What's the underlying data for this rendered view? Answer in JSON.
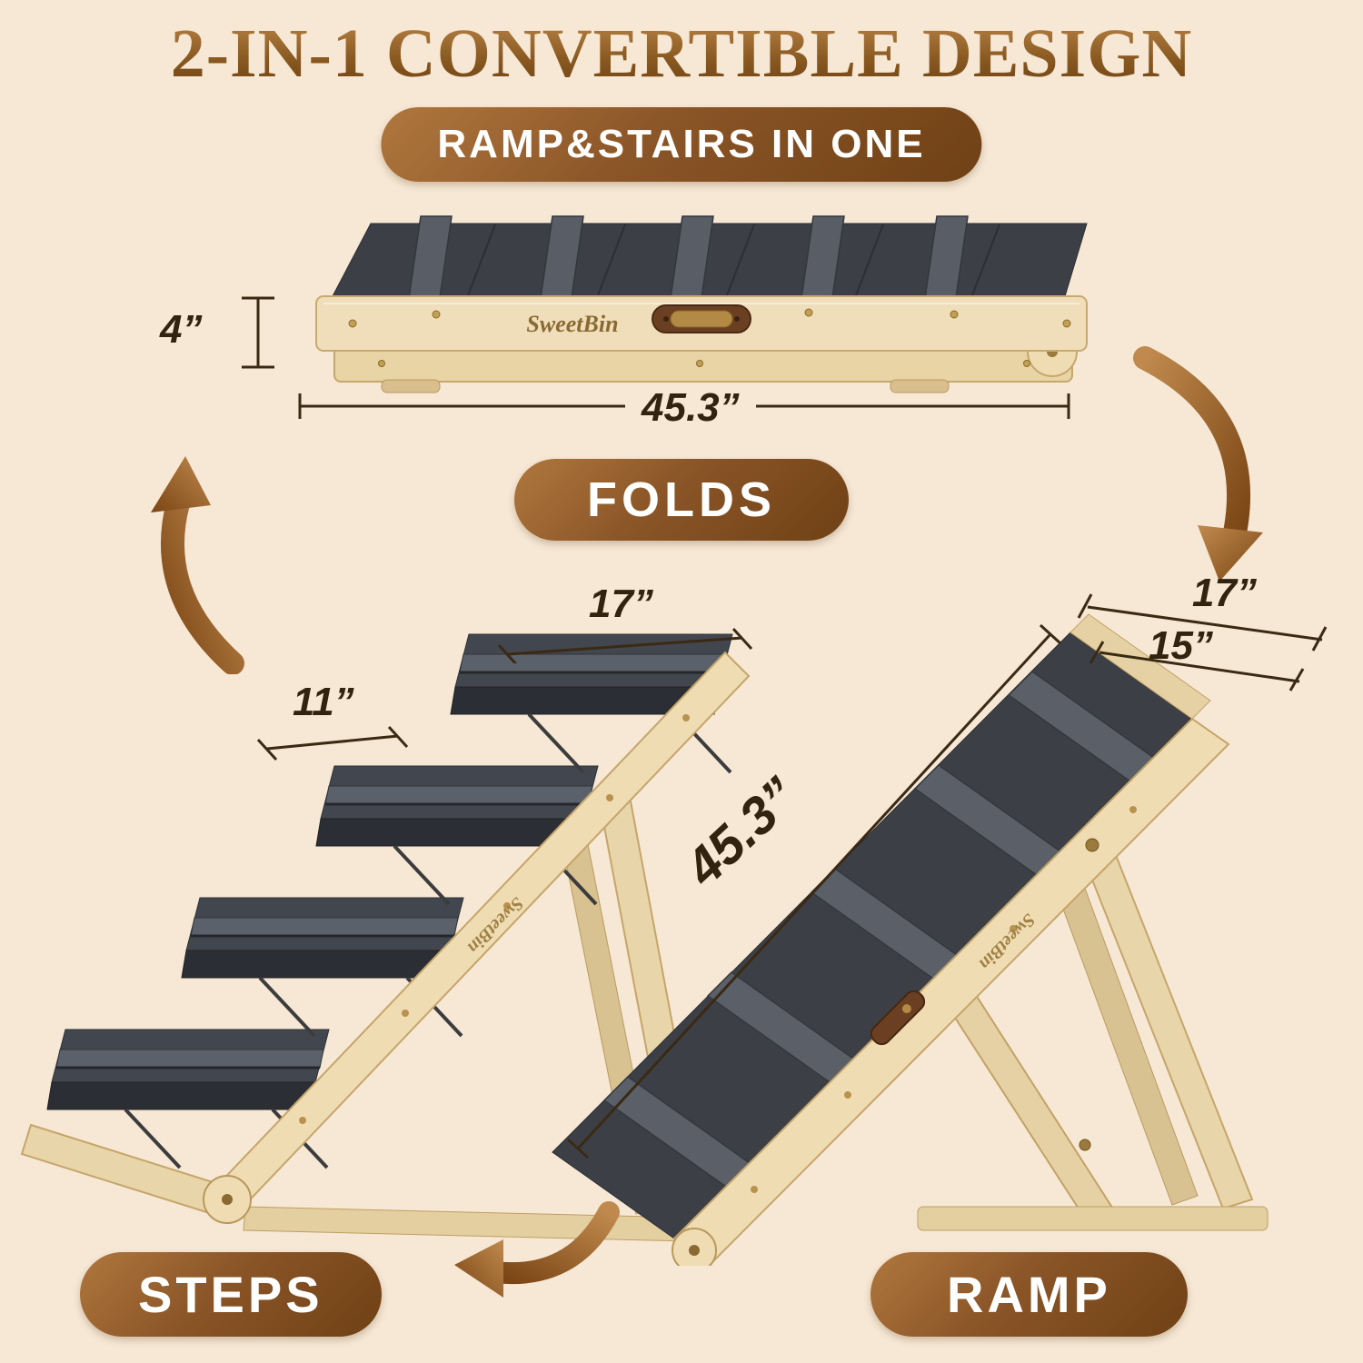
{
  "title": "2-IN-1 CONVERTIBLE DESIGN",
  "badge": "RAMP&STAIRS IN ONE",
  "brand": "SweetBin",
  "pills": {
    "folds": "FOLDS",
    "steps": "STEPS",
    "ramp": "RAMP"
  },
  "dimensions": {
    "folded_height": "4”",
    "folded_length": "45.3”",
    "steps_top_width": "17”",
    "steps_tread_depth": "11”",
    "ramp_outer_width": "17”",
    "ramp_surface_width": "15”",
    "ramp_length": "45.3”"
  },
  "colors": {
    "background": "#f6e8d5",
    "accent_brown": "#8a5527",
    "pill_gradient_start": "#b0773e",
    "pill_gradient_end": "#6f4115",
    "wood": "#efdcb3",
    "carpet": "#3c4046",
    "dimension_text": "#32230f"
  },
  "icons": {
    "conversion_arrows": "curved-taper-arrow"
  }
}
